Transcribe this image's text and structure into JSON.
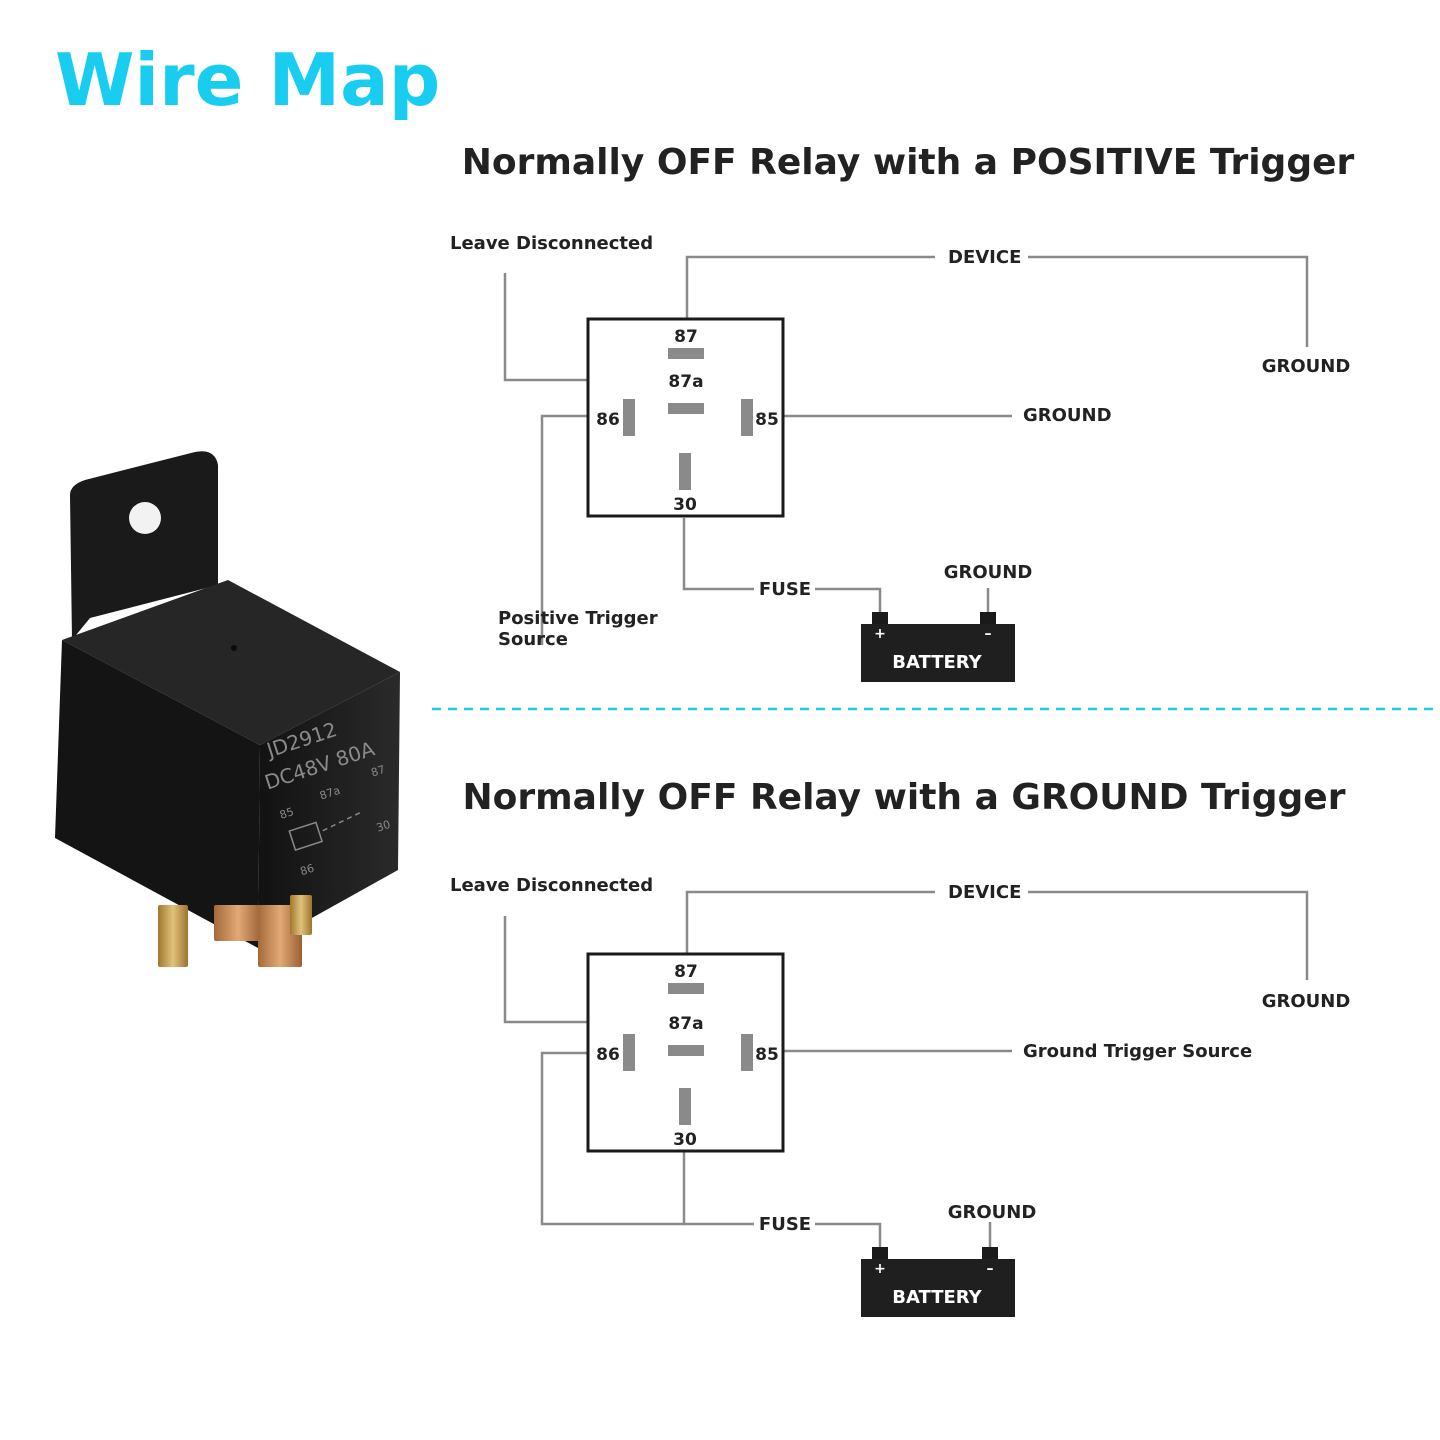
{
  "title": "Wire Map",
  "relay_photo": {
    "model": "JD2912",
    "rating": "DC48V  80A",
    "pins": {
      "p85": "85",
      "p86": "86",
      "p87": "87",
      "p87a": "87a",
      "p30": "30"
    }
  },
  "diagrams": [
    {
      "title": "Normally OFF Relay with a POSITIVE Trigger",
      "labels": {
        "leave_disconnected": "Leave Disconnected",
        "device": "DEVICE",
        "device_ground": "GROUND",
        "pin85_target": "GROUND",
        "trigger_line1": "Positive Trigger",
        "trigger_line2": "Source",
        "fuse": "FUSE",
        "battery_ground": "GROUND",
        "battery": "BATTERY",
        "plus": "+",
        "minus": "–"
      },
      "pins": {
        "p87": "87",
        "p87a": "87a",
        "p86": "86",
        "p85": "85",
        "p30": "30"
      }
    },
    {
      "title": "Normally OFF Relay with a GROUND Trigger",
      "labels": {
        "leave_disconnected": "Leave Disconnected",
        "device": "DEVICE",
        "device_ground": "GROUND",
        "pin85_target": "Ground Trigger Source",
        "fuse": "FUSE",
        "battery_ground": "GROUND",
        "battery": "BATTERY",
        "plus": "+",
        "minus": "–"
      },
      "pins": {
        "p87": "87",
        "p87a": "87a",
        "p86": "86",
        "p85": "85",
        "p30": "30"
      }
    }
  ],
  "colors": {
    "accent": "#19cdf0",
    "wire": "#8a8a8a",
    "ink": "#222222",
    "relay_body": "#1c1c1c",
    "terminal": "#c98a52"
  }
}
